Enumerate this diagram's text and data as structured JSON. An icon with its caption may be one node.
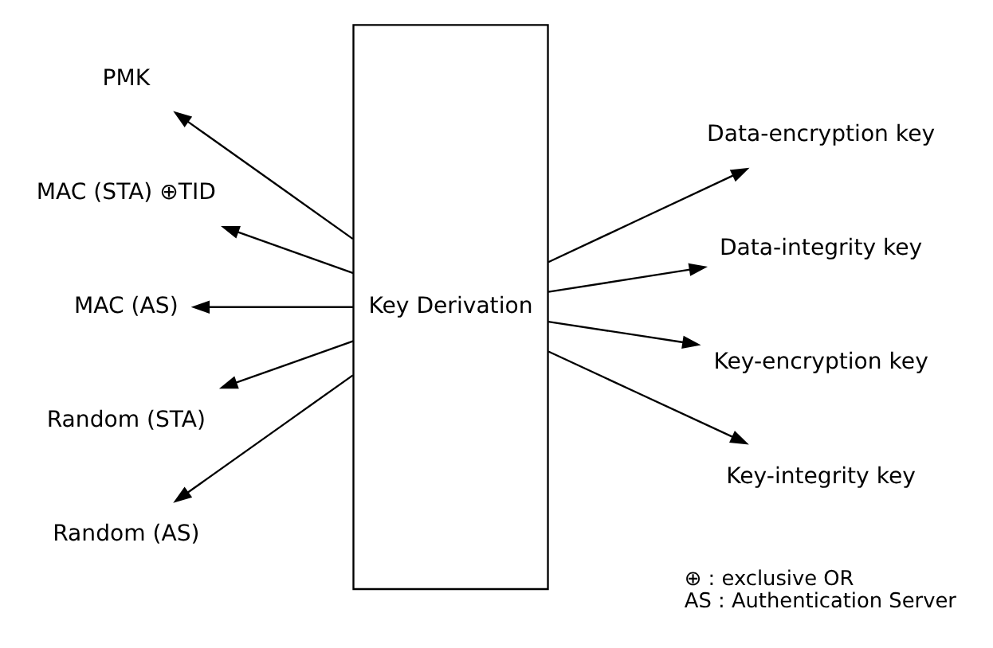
{
  "diagram": {
    "nodes": [
      {
        "text": [
          "Key Derivation"
        ]
      },
      {
        "text": [
          "PMK"
        ]
      },
      {
        "text": [
          "MAC (STA) ⊕TID"
        ]
      },
      {
        "text": [
          "MAC (AS)"
        ]
      },
      {
        "text": [
          "Random (STA)"
        ]
      },
      {
        "text": [
          "Random (AS)"
        ]
      },
      {
        "text": [
          "Data-encryption key"
        ]
      },
      {
        "text": [
          "Data-integrity key"
        ]
      },
      {
        "text": [
          "Key-encryption key"
        ]
      },
      {
        "text": [
          "Key-integrity key"
        ]
      }
    ],
    "edges": [
      {
        "from": 0,
        "to": 1,
        "arrow": "to"
      },
      {
        "from": 0,
        "to": 2,
        "arrow": "to"
      },
      {
        "from": 0,
        "to": 3,
        "arrow": "to"
      },
      {
        "from": 0,
        "to": 4,
        "arrow": "to"
      },
      {
        "from": 0,
        "to": 5,
        "arrow": "to"
      },
      {
        "from": 0,
        "to": 6,
        "arrow": "to"
      },
      {
        "from": 0,
        "to": 7,
        "arrow": "to"
      },
      {
        "from": 0,
        "to": 8,
        "arrow": "to"
      },
      {
        "from": 0,
        "to": 9,
        "arrow": "to"
      }
    ],
    "labels": [
      "⊕ : exclusive OR",
      "AS : Authentication Server"
    ]
  }
}
